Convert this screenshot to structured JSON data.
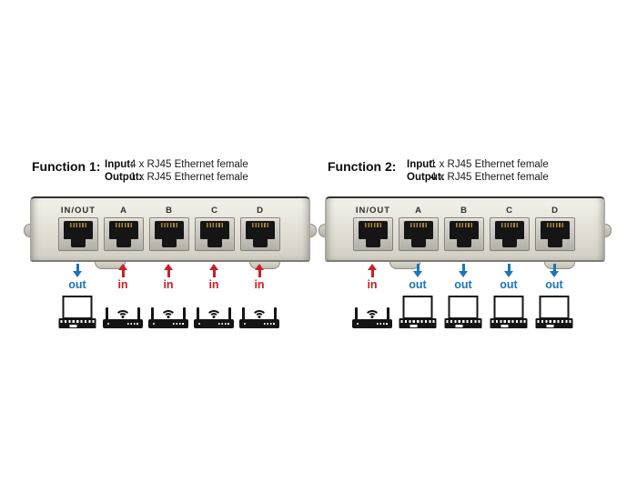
{
  "colors": {
    "arrow_in": "#c92027",
    "arrow_out": "#1b75bc"
  },
  "functions": [
    {
      "title": "Function 1:",
      "specs": {
        "input_label": "Input:",
        "input_value": "4 x RJ45 Ethernet female",
        "output_label": "Output:",
        "output_value": "1 x RJ45 Ethernet female"
      },
      "port_labels": [
        "IN/OUT",
        "A",
        "B",
        "C",
        "D"
      ],
      "flows": [
        {
          "label": "out",
          "direction": "out",
          "device": "laptop"
        },
        {
          "label": "in",
          "direction": "in",
          "device": "wifi-router"
        },
        {
          "label": "in",
          "direction": "in",
          "device": "wifi-router"
        },
        {
          "label": "in",
          "direction": "in",
          "device": "wifi-router"
        },
        {
          "label": "in",
          "direction": "in",
          "device": "wifi-router"
        }
      ]
    },
    {
      "title": "Function 2:",
      "specs": {
        "input_label": "Input:",
        "input_value": "1 x RJ45 Ethernet female",
        "output_label": "Output:",
        "output_value": "4 x RJ45 Ethernet female"
      },
      "port_labels": [
        "IN/OUT",
        "A",
        "B",
        "C",
        "D"
      ],
      "flows": [
        {
          "label": "in",
          "direction": "in",
          "device": "wifi-router"
        },
        {
          "label": "out",
          "direction": "out",
          "device": "laptop"
        },
        {
          "label": "out",
          "direction": "out",
          "device": "laptop"
        },
        {
          "label": "out",
          "direction": "out",
          "device": "laptop"
        },
        {
          "label": "out",
          "direction": "out",
          "device": "laptop"
        }
      ]
    }
  ]
}
